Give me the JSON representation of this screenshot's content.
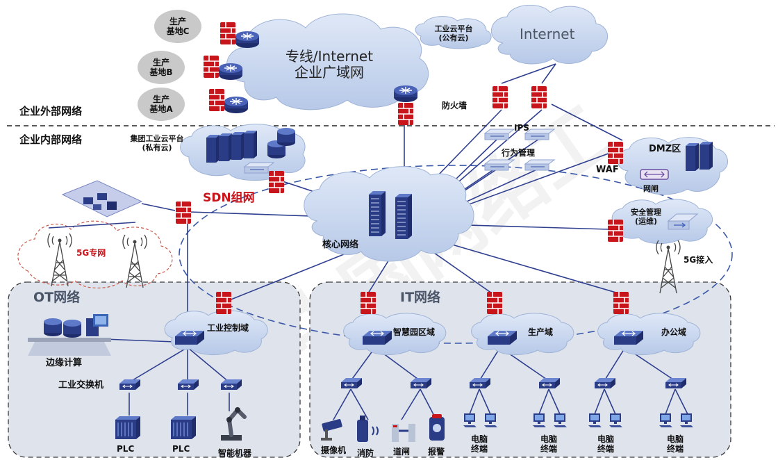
{
  "section_labels": {
    "external": "企业外部网络",
    "internal": "企业内部网络"
  },
  "zones": {
    "ot": "OT网络",
    "it": "IT网络"
  },
  "clouds": {
    "wan_line1": "专线/Internet",
    "wan_line2": "企业广域网",
    "internet": "Internet",
    "public_cloud_line1": "工业云平台",
    "public_cloud_line2": "(公有云)",
    "private_cloud_line1": "集团工业云平台",
    "private_cloud_line2": "(私有云)",
    "core": "核心网络",
    "dmz": "DMZ区",
    "security_mgmt_line1": "安全管理",
    "security_mgmt_line2": "(运维)",
    "industrial_control": "工业控制域",
    "smart_campus": "智慧园区域",
    "production": "生产域",
    "office": "办公域"
  },
  "sites": [
    {
      "line1": "生产",
      "line2": "基地C"
    },
    {
      "line1": "生产",
      "line2": "基地B"
    },
    {
      "line1": "生产",
      "line2": "基地A"
    }
  ],
  "devices": {
    "firewall": "防火墙",
    "ips": "IPS",
    "behavior_mgmt": "行为管理",
    "waf": "WAF",
    "gateway": "网闸",
    "sdn": "SDN组网",
    "private_5g": "5G专网",
    "access_5g": "5G接入",
    "edge_computing": "边缘计算",
    "industrial_switch": "工业交换机"
  },
  "endpoints": {
    "plc1": "PLC",
    "plc2": "PLC",
    "robot": "智能机器",
    "camera": "摄像机",
    "fire": "消防",
    "gate": "道闸",
    "alarm": "报警",
    "pc_line1": "电脑",
    "pc_line2": "终端"
  },
  "watermark": "中国网络工",
  "colors": {
    "cloud": "#c9d7ee",
    "cloud_edge": "#9fb3d6",
    "zone_bg": "#dde2ec",
    "firewall": "#c8141b",
    "device_blue": "#2b3c86",
    "line": "#2f3f8f"
  }
}
